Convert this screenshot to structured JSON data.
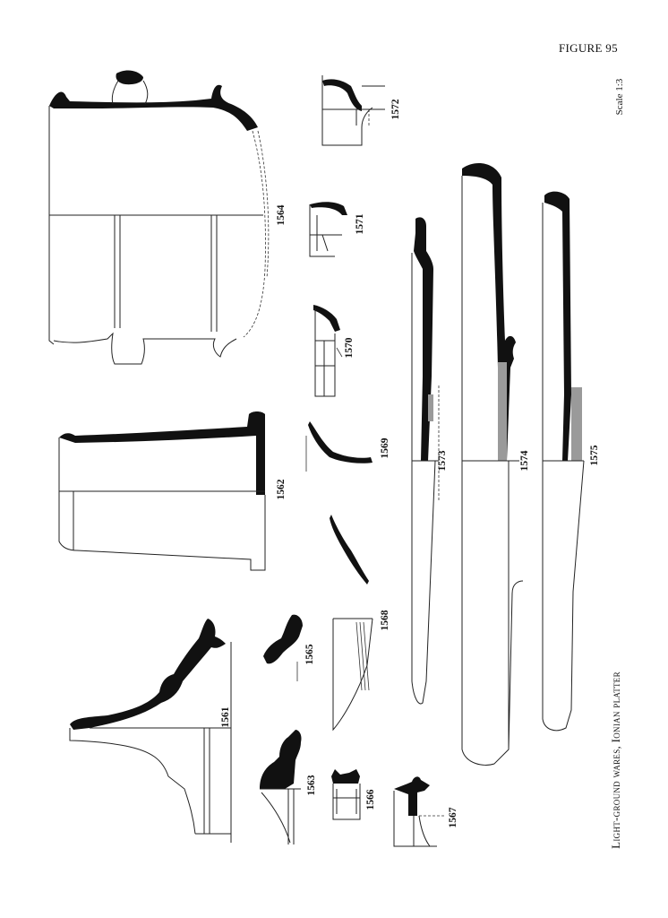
{
  "figure": {
    "title": "FIGURE 95",
    "scale": "Scale 1:3"
  },
  "caption": "Light-ground wares, Ionian platter",
  "catalogue": {
    "n1561": "1561",
    "n1562": "1562",
    "n1563": "1563",
    "n1564": "1564",
    "n1565": "1565",
    "n1566": "1566",
    "n1567": "1567",
    "n1568": "1568",
    "n1569": "1569",
    "n1570": "1570",
    "n1571": "1571",
    "n1572": "1572",
    "n1573": "1573",
    "n1574": "1574",
    "n1575": "1575"
  },
  "style": {
    "ink": "#111111",
    "paper": "#ffffff"
  }
}
